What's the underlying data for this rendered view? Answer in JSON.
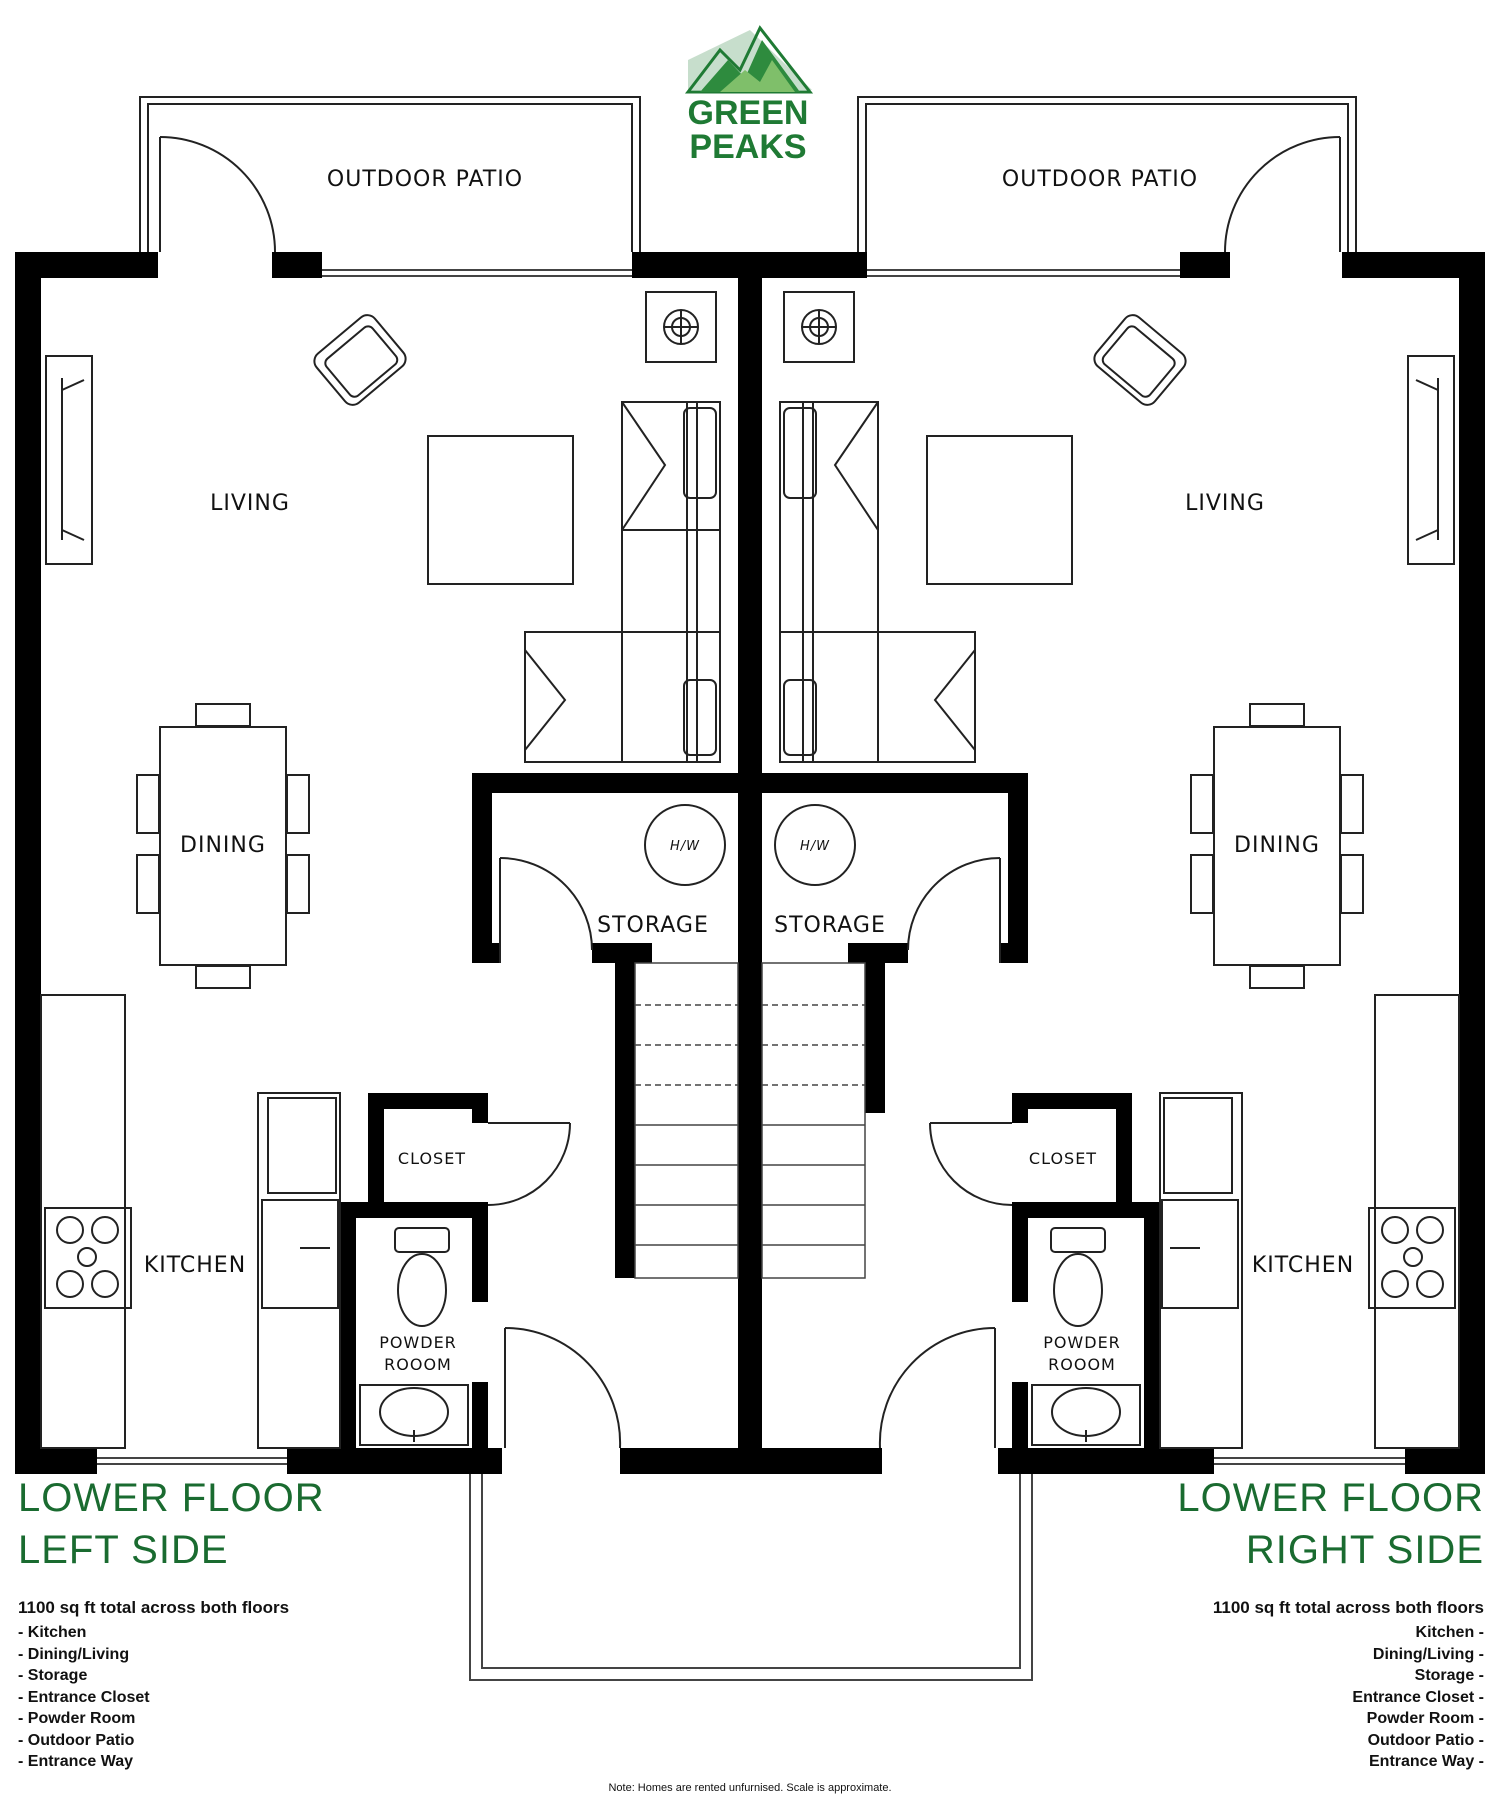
{
  "brand": {
    "line1": "GREEN",
    "line2": "PEAKS"
  },
  "rooms": {
    "outdoor_patio": "OUTDOOR PATIO",
    "living": "LIVING",
    "dining": "DINING",
    "kitchen": "KITCHEN",
    "storage": "STORAGE",
    "closet": "CLOSET",
    "powder_line1": "POWDER",
    "powder_line2": "ROOOM",
    "hw": "H/W"
  },
  "left": {
    "title_line1": "LOWER FLOOR",
    "title_line2": "LEFT SIDE",
    "total": "1100 sq ft total across both floors",
    "features": [
      "-   Kitchen",
      "-   Dining/Living",
      "-   Storage",
      "-   Entrance Closet",
      "-   Powder Room",
      "-   Outdoor Patio",
      "-   Entrance Way"
    ]
  },
  "right": {
    "title_line1": "LOWER FLOOR",
    "title_line2": "RIGHT SIDE",
    "total": "1100 sq ft total across both floors",
    "features": [
      "Kitchen   -",
      "Dining/Living   -",
      "Storage   -",
      "Entrance Closet   -",
      "Powder Room   -",
      "Outdoor Patio   -",
      "Entrance Way   -"
    ]
  },
  "note": "Note: Homes are rented unfurnised. Scale is approximate.",
  "colors": {
    "brand_green": "#1a6b30",
    "wall": "#000000"
  },
  "icons": [
    "mountain-logo-icon",
    "fireplace-icon",
    "armchair-icon",
    "sofa-icon",
    "dining-table-icon",
    "stove-icon",
    "fridge-icon",
    "toilet-icon",
    "sink-icon",
    "water-heater-icon",
    "tv-icon",
    "stairs-icon"
  ]
}
